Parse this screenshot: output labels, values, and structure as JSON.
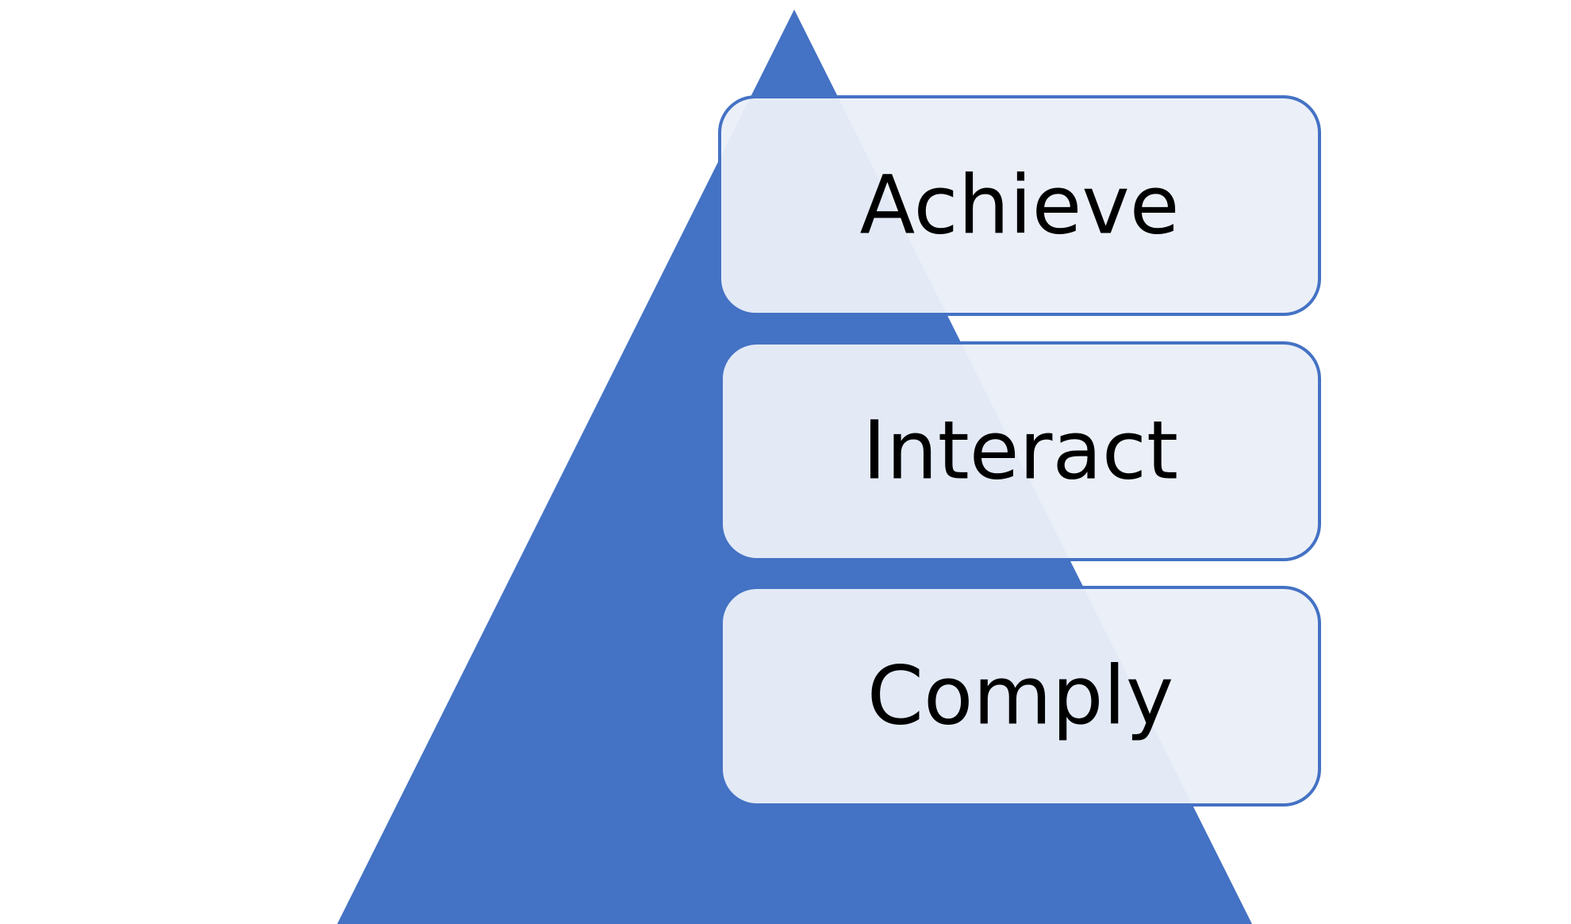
{
  "diagram": {
    "type": "pyramid-list",
    "colors": {
      "pyramid_fill": "#4472C4",
      "box_fill": "#EAEFF8",
      "box_stroke": "#4472C4",
      "text": "#000000"
    },
    "tiers": [
      {
        "label": "Achieve"
      },
      {
        "label": "Interact"
      },
      {
        "label": "Comply"
      }
    ]
  }
}
